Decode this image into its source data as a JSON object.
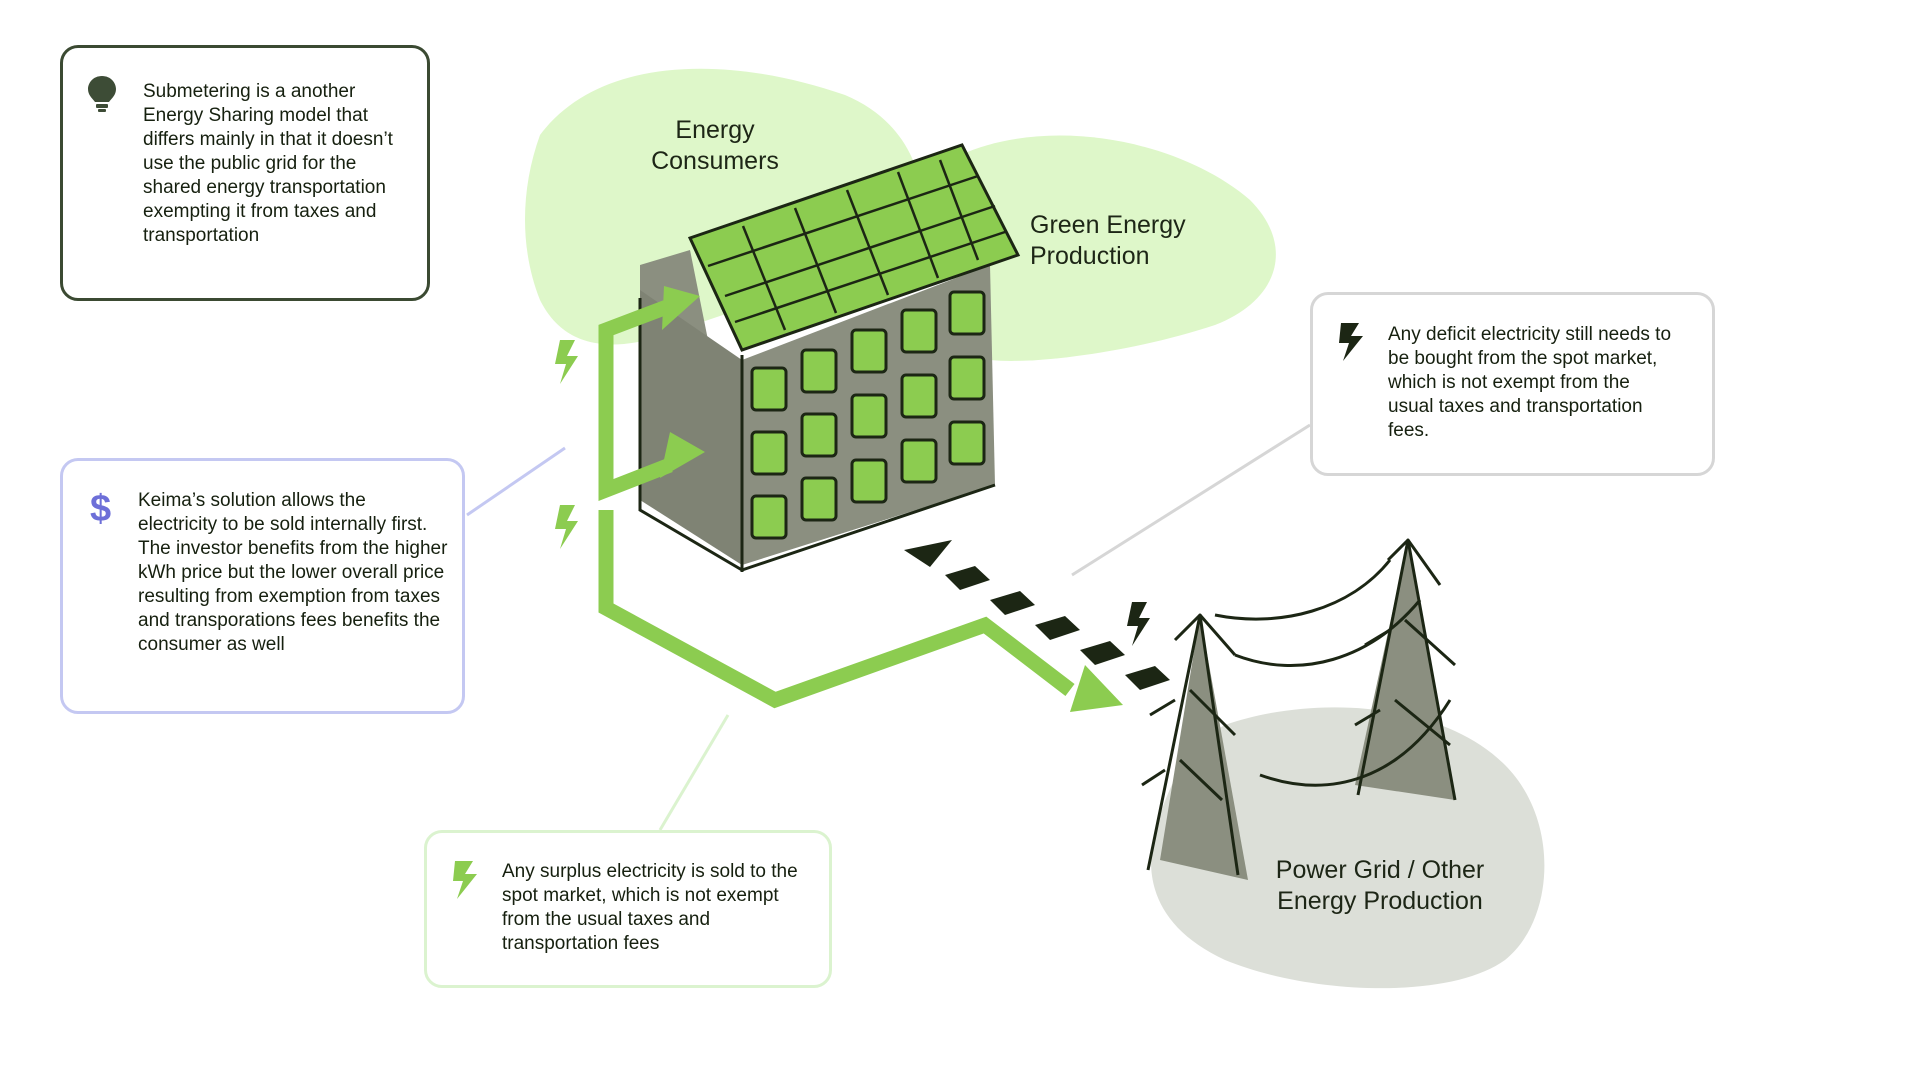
{
  "labels": {
    "energy_consumers": "Energy Consumers",
    "green_energy_production": "Green Energy Production",
    "power_grid": "Power Grid / Other Energy Production"
  },
  "callouts": {
    "submetering": {
      "icon": "lightbulb-icon",
      "text": "Submetering is a another Energy Sharing model that differs mainly in that it doesn’t use the public grid for the shared energy transportation exempting it from taxes and transportation"
    },
    "solution": {
      "icon": "dollar-icon",
      "text": "Keima’s solution allows the electricity to be sold internally first. The investor benefits from the higher kWh price but the lower overall price resulting from exemption from taxes and transporations fees benefits the consumer as well"
    },
    "deficit": {
      "icon": "lightning-bolt-icon",
      "text": "Any deficit electricity still needs to be bought from the spot market, which is not exempt from the usual taxes and transportation fees."
    },
    "surplus": {
      "icon": "lightning-bolt-icon",
      "text": "Any surplus electricity is sold to the spot market, which is not exempt from the usual taxes and transportation fees"
    }
  },
  "colors": {
    "green_blob": "#def7c9",
    "green_accent": "#8ccc50",
    "grey_blob": "#dcdfd8",
    "building_grey": "#8b8f80",
    "dark_outline": "#1c2614",
    "dollar_purple": "#6d6fd8",
    "bulb_dark": "#3d4c36"
  }
}
